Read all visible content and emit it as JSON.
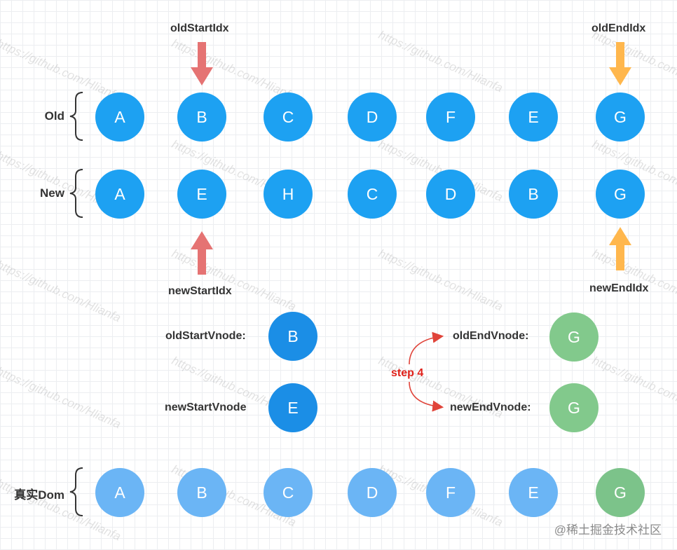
{
  "rows": [
    {
      "label": "Old",
      "nodes": [
        "A",
        "B",
        "C",
        "D",
        "F",
        "E",
        "G"
      ]
    },
    {
      "label": "New",
      "nodes": [
        "A",
        "E",
        "H",
        "C",
        "D",
        "B",
        "G"
      ]
    },
    {
      "label": "真实Dom",
      "nodes": [
        "A",
        "B",
        "C",
        "D",
        "F",
        "E",
        "G"
      ]
    }
  ],
  "pointers": {
    "old_start": "oldStartIdx",
    "old_end": "oldEndIdx",
    "new_start": "newStartIdx",
    "new_end": "newEndIdx"
  },
  "compare": {
    "old_start_label": "oldStartVnode:",
    "old_start_value": "B",
    "new_start_label": "newStartVnode",
    "new_start_value": "E",
    "old_end_label": "oldEndVnode:",
    "old_end_value": "G",
    "new_end_label": "newEndVnode:",
    "new_end_value": "G",
    "step": "step 4"
  },
  "watermark": "https://github.com/Hlianfa",
  "footer": "@稀土掘金技术社区",
  "colors": {
    "node_blue": "#1da1f2",
    "node_light_blue": "#6bb5f5",
    "node_green": "#82c98c",
    "arrow_red": "#e57373",
    "arrow_orange": "#ffb74d",
    "step_red": "#e0211a"
  }
}
